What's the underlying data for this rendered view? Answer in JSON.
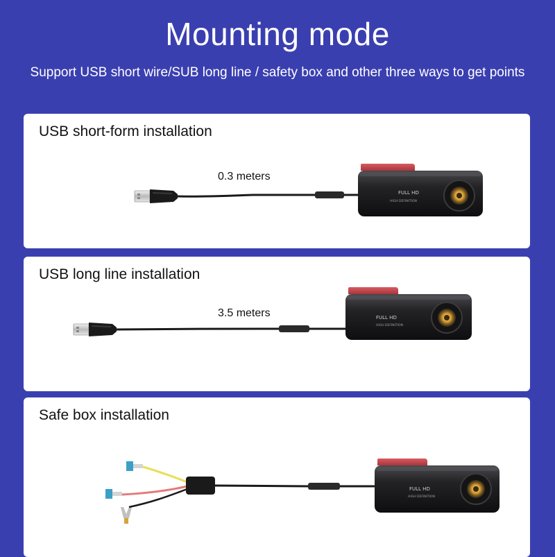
{
  "header": {
    "title": "Mounting mode",
    "subtitle": "Support USB short wire/SUB long line / safety box and other three ways to get points"
  },
  "cards": [
    {
      "label": "USB short-form installation",
      "cable_length": "0.3 meters"
    },
    {
      "label": "USB long line installation",
      "cable_length": "3.5 meters"
    },
    {
      "label": "Safe box installation"
    }
  ],
  "camera": {
    "badge_line1": "FULL HD",
    "badge_line2": "HIGH DEFINITION"
  },
  "colors": {
    "background": "#3a3fb0",
    "card": "#ffffff",
    "camera_body": "#1c1c1e",
    "mount_accent": "#c8434a",
    "lens_ring": "#d9a23a",
    "wire_yellow": "#e8df5a",
    "wire_red": "#e37a78"
  }
}
